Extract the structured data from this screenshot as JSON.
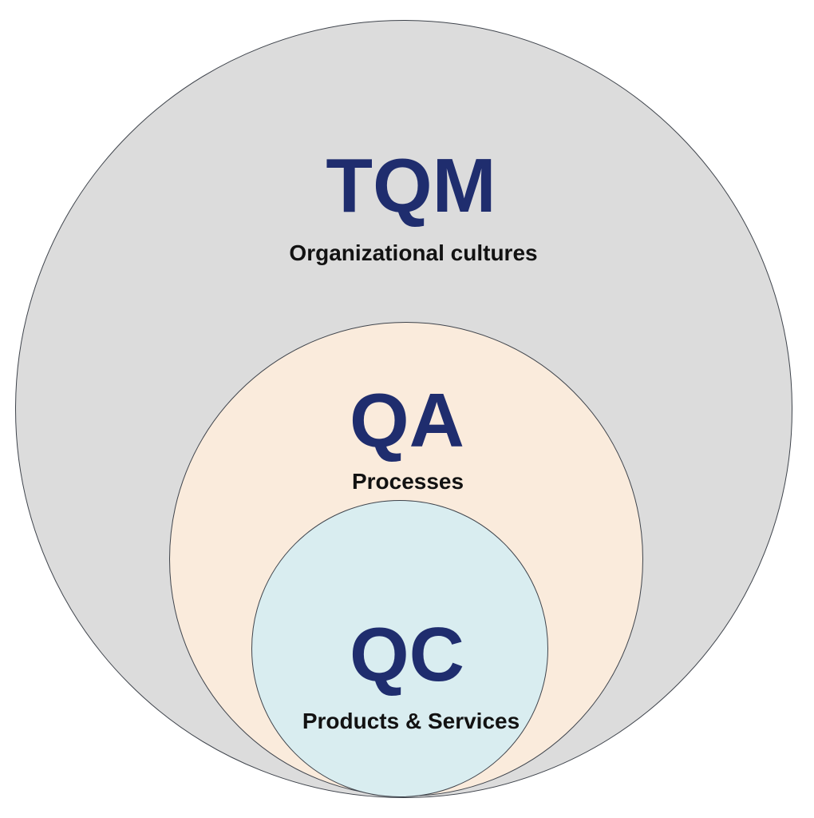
{
  "page": {
    "background": "#ffffff"
  },
  "diagram": {
    "type": "nested-circles",
    "stroke_color": "#3f444c",
    "heading_color": "#1f2d6e",
    "subheading_color": "#121212",
    "rings": [
      {
        "id": "tqm",
        "label": "TQM",
        "sublabel": "Organizational cultures",
        "fill": "#dcdcdc"
      },
      {
        "id": "qa",
        "label": "QA",
        "sublabel": "Processes",
        "fill": "#faebdc"
      },
      {
        "id": "qc",
        "label": "QC",
        "sublabel": "Products & Services",
        "fill": "#d9edf0"
      }
    ]
  }
}
